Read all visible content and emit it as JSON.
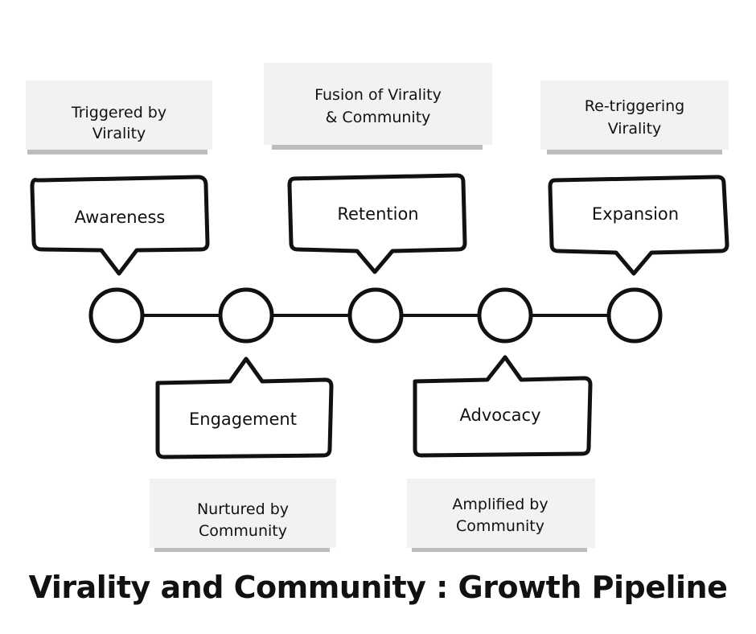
{
  "title": "Virality and Community : Growth Pipeline",
  "stages": [
    {
      "label": "Awareness",
      "note": [
        "Triggered by",
        "Virality"
      ],
      "position": "above"
    },
    {
      "label": "Engagement",
      "note": [
        "Nurtured by",
        "Community"
      ],
      "position": "below"
    },
    {
      "label": "Retention",
      "note": [
        "Fusion of Virality",
        "& Community"
      ],
      "position": "above"
    },
    {
      "label": "Advocacy",
      "note": [
        "Amplified by",
        "Community"
      ],
      "position": "below"
    },
    {
      "label": "Expansion",
      "note": [
        "Re-triggering",
        "Virality"
      ],
      "position": "above"
    }
  ],
  "colors": {
    "stroke": "#111111",
    "note_fill": "#f2f2f2",
    "note_shadow": "#bdbdbd",
    "background": "#ffffff"
  }
}
